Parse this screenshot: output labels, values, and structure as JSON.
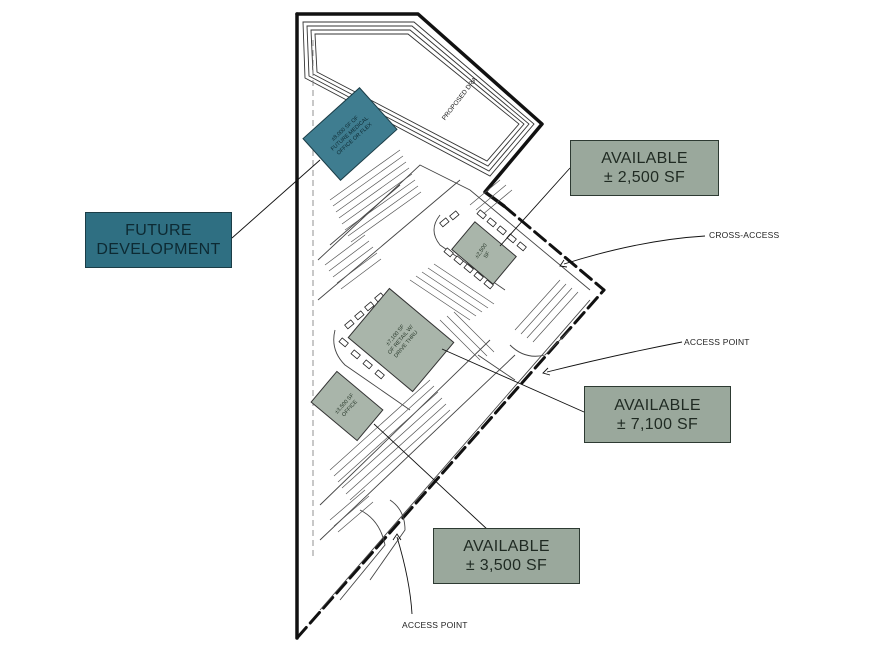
{
  "callouts": {
    "future": {
      "line1": "FUTURE",
      "line2": "DEVELOPMENT"
    },
    "available_2500": {
      "line1": "AVAILABLE",
      "line2": "± 2,500 SF"
    },
    "available_7100": {
      "line1": "AVAILABLE",
      "line2": "± 7,100 SF"
    },
    "available_3500": {
      "line1": "AVAILABLE",
      "line2": "± 3,500 SF"
    }
  },
  "labels": {
    "cross_access": "CROSS-ACCESS",
    "access_point_east": "ACCESS POINT",
    "access_point_south": "ACCESS POINT",
    "proposed_dra": "PROPOSED DRA"
  },
  "buildings": {
    "future_office": [
      "±8,000 SF OF",
      "FUTURE MEDICAL",
      "OFFICE OR FLEX"
    ],
    "pad_2500": [
      "±2,500",
      "SF"
    ],
    "pad_7100": [
      "±7,100 SF",
      "OF RETAIL W/",
      "DRIVE THRU"
    ],
    "pad_3500": [
      "±3,500 SF",
      "OFFICE"
    ]
  },
  "colors": {
    "available_box": "#9aa89c",
    "future_box": "#2f6f82",
    "building_fill": "#a9b5aa",
    "future_building_fill": "#3f7d90"
  }
}
